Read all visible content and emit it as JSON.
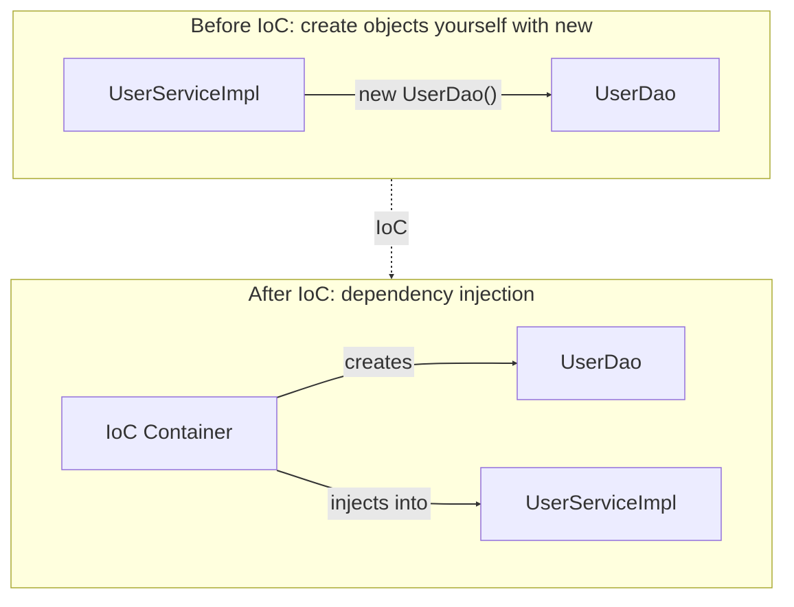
{
  "diagram": {
    "before": {
      "title": "Before IoC: create objects yourself with new",
      "nodes": {
        "service": "UserServiceImpl",
        "dao": "UserDao"
      },
      "edge_label": "new UserDao()"
    },
    "transition_label": "IoC",
    "after": {
      "title": "After IoC: dependency injection",
      "nodes": {
        "container": "IoC Container",
        "dao": "UserDao",
        "service": "UserServiceImpl"
      },
      "edges": {
        "creates": "creates",
        "injects": "injects into"
      }
    },
    "colors": {
      "cluster_fill": "#ffffde",
      "cluster_stroke": "#aaaa33",
      "node_fill": "#ececff",
      "node_stroke": "#9370db",
      "edge": "#333333",
      "edge_label_bg": "#e8e8e8"
    }
  }
}
